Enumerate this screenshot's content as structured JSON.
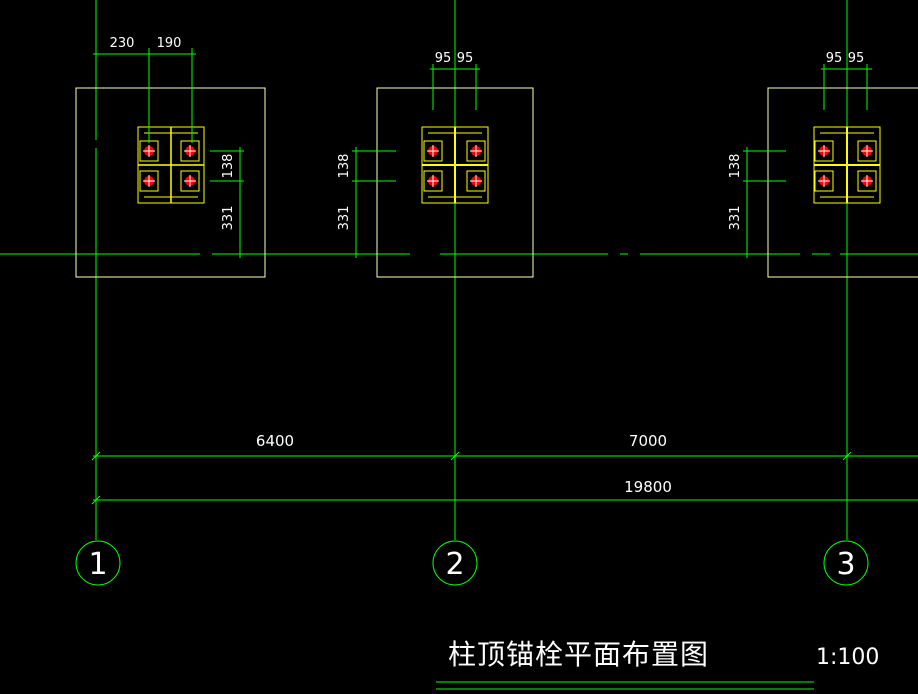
{
  "colors": {
    "background": "#000000",
    "grid_line": "#00ff00",
    "outline": "#ffffb4",
    "plate": "#ffff00",
    "bolt": "#ff0000",
    "text": "#ffffff"
  },
  "columns": [
    {
      "id": "1",
      "top_dims": [
        "230",
        "190"
      ],
      "side_dims": [
        "138",
        "331"
      ]
    },
    {
      "id": "2",
      "top_dims": [
        "95",
        "95"
      ],
      "side_dims": [
        "138",
        "331"
      ]
    },
    {
      "id": "3",
      "top_dims": [
        "95",
        "95"
      ],
      "side_dims": [
        "138",
        "331"
      ]
    }
  ],
  "spans": {
    "span_1_2": "6400",
    "span_2_3": "7000",
    "total": "19800"
  },
  "title": "柱顶锚栓平面布置图",
  "scale": "1:100"
}
